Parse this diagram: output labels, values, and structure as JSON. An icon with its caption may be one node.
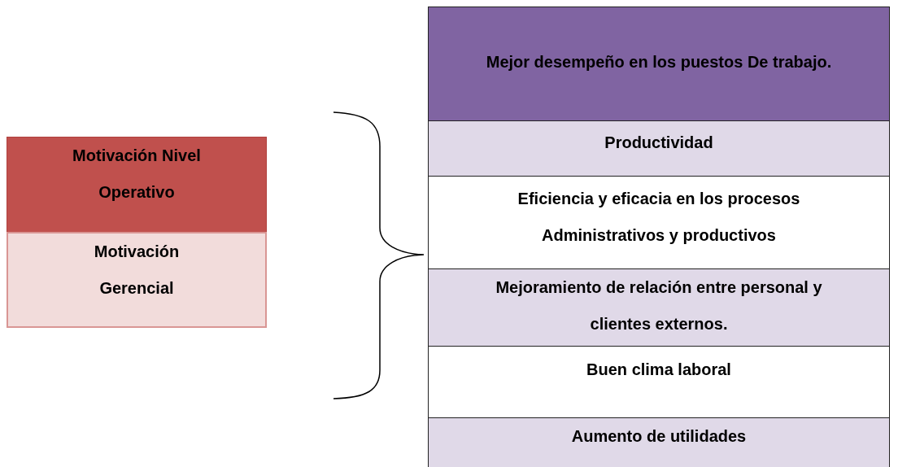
{
  "diagram": {
    "nodes": [
      {
        "text": [
          "Motivación Nivel Operativo"
        ]
      },
      {
        "text": [
          "Motivación Gerencial"
        ]
      },
      {
        "text": [
          "Mejor desempeño en los puestos De trabajo."
        ]
      },
      {
        "text": [
          "Productividad"
        ]
      },
      {
        "text": [
          "Eficiencia y eficacia en los procesos Administrativos y productivos"
        ]
      },
      {
        "text": [
          "Mejoramiento de relación entre personal y clientes externos."
        ]
      },
      {
        "text": [
          "Buen clima laboral"
        ]
      },
      {
        "text": [
          "Aumento de utilidades"
        ]
      }
    ]
  }
}
